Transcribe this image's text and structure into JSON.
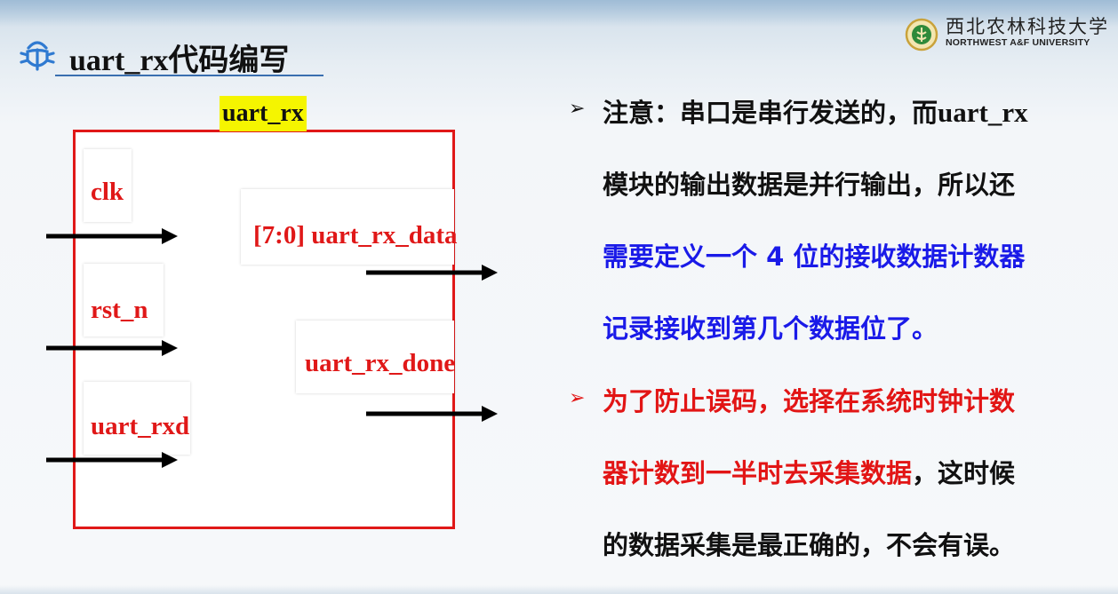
{
  "header": {
    "title": "uart_rx代码编写"
  },
  "logo": {
    "name_cn": "西北农林科技大学",
    "name_en": "NORTHWEST A&F UNIVERSITY"
  },
  "diagram": {
    "module_name": "uart_rx",
    "inputs": [
      "clk",
      "rst_n",
      "uart_rxd"
    ],
    "outputs": [
      "[7:0] uart_rx_data",
      "uart_rx_done"
    ]
  },
  "notes": {
    "bullet_symbol": "➢",
    "p1_line1_a": "注意：串口是串行发送的，而",
    "p1_line1_b": "uart_rx",
    "p1_line2": "模块的输出数据是并行输出，所以还",
    "p1_line3": "需要定义一个 4 位的接收数据计数器",
    "p1_line4": "记录接收到第几个数据位了。",
    "p2_line1": "为了防止误码，选择在系统时钟计数",
    "p2_line2_a": "器计数到一半时去采集数据",
    "p2_line2_b": "，这时候",
    "p2_line3": "的数据采集是最正确的，不会有误。"
  },
  "colors": {
    "module_border": "#e01818",
    "module_highlight": "#f5f500",
    "blue_text": "#1a1ae8",
    "red_text": "#e21515"
  }
}
